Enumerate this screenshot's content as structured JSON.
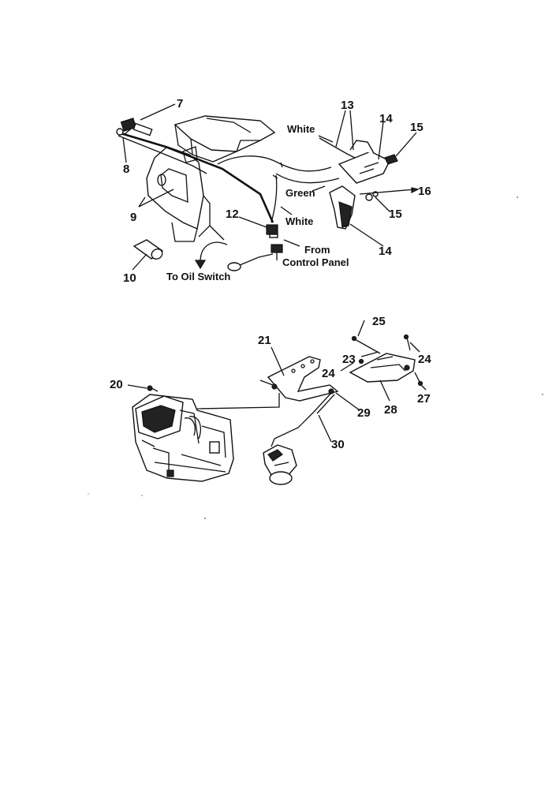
{
  "diagram_top": {
    "callouts": {
      "c7": "7",
      "c8": "8",
      "c9": "9",
      "c10": "10",
      "c12": "12",
      "c13": "13",
      "c14a": "14",
      "c14b": "14",
      "c15a": "15",
      "c15b": "15",
      "c16": "16"
    },
    "wire_labels": {
      "white_top": "White",
      "green": "Green",
      "white_mid": "White",
      "to_oil_switch": "To Oil Switch",
      "from_line1": "From",
      "from_line2": "Control Panel"
    }
  },
  "diagram_bottom": {
    "callouts": {
      "c20": "20",
      "c21": "21",
      "c23": "23",
      "c24a": "24",
      "c24b": "24",
      "c25": "25",
      "c27": "27",
      "c28": "28",
      "c29": "29",
      "c30": "30"
    }
  }
}
